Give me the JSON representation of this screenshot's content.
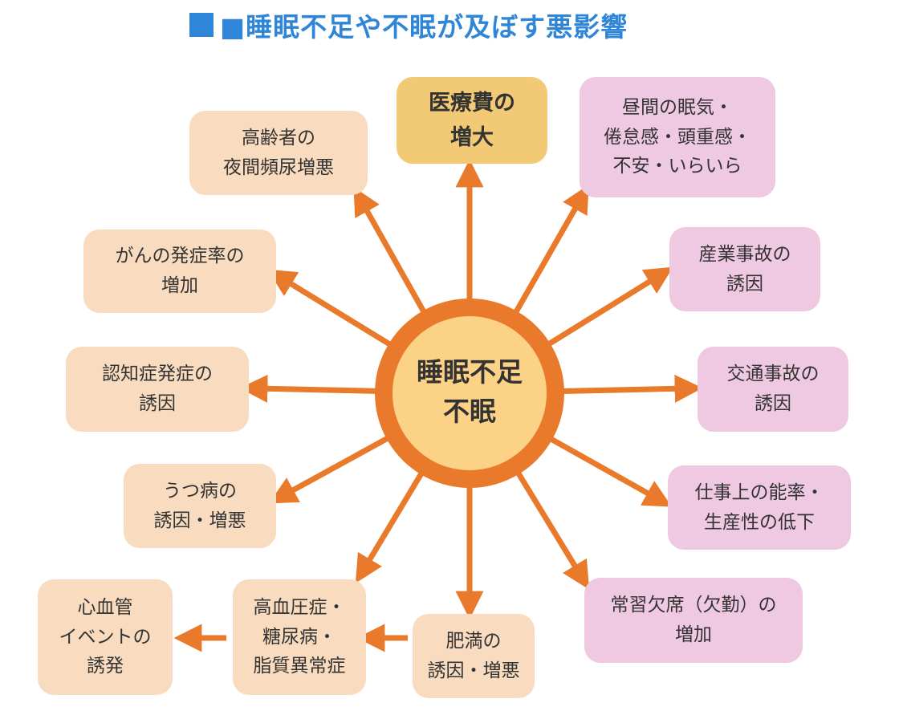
{
  "title": "■睡眠不足や不眠が及ぼす悪影響",
  "colors": {
    "title_blue": "#2f86d8",
    "arrow_orange": "#e97a2b",
    "circle_fill": "#fcd287",
    "circle_ring": "#e97a2b",
    "peach_box": "#f9dcbf",
    "pink_box": "#efc8e1",
    "gold_box": "#f2c974"
  },
  "center": {
    "label": "睡眠不足\n不眠"
  },
  "effects": {
    "medical_costs": "医療費の\n増大",
    "daytime_sleepiness": "昼間の眠気・\n倦怠感・頭重感・\n不安・いらいら",
    "industrial_accidents": "産業事故の\n誘因",
    "traffic_accidents": "交通事故の\n誘因",
    "work_efficiency": "仕事上の能率・\n生産性の低下",
    "absenteeism": "常習欠席（欠勤）の\n増加",
    "obesity": "肥満の\n誘因・増悪",
    "hypertension_diabetes": "高血圧症・\n糖尿病・\n脂質異常症",
    "cardiovascular_events": "心血管\nイベントの\n誘発",
    "depression": "うつ病の\n誘因・増悪",
    "dementia": "認知症発症の\n誘因",
    "cancer": "がんの発症率の\n増加",
    "elderly_nocturia": "高齢者の\n夜間頻尿増悪"
  }
}
